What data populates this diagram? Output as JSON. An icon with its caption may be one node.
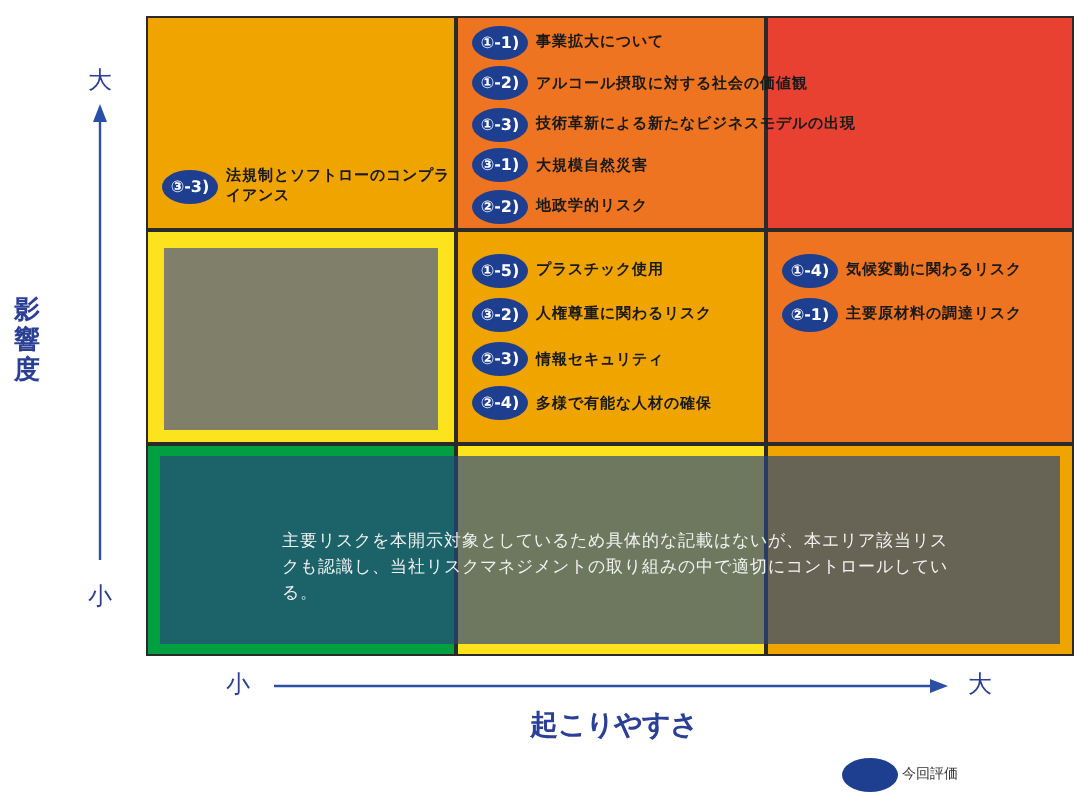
{
  "diagram": {
    "nodes": [
      {
        "text": [],
        "shape": "box"
      },
      {
        "text": [
          "③-3)",
          "法規制とソフトローのコンプライアンス"
        ],
        "in": 0
      },
      {
        "text": [],
        "shape": "box"
      },
      {
        "text": [
          "①-1)",
          "事業拡大について"
        ],
        "in": 2
      },
      {
        "text": [
          "①-2)",
          "アルコール摂取に対する社会の価値観"
        ],
        "in": 2
      },
      {
        "text": [
          "①-3)",
          "技術革新による新たなビジネスモデルの出現"
        ],
        "in": 2
      },
      {
        "text": [
          "③-1)",
          "大規模自然災害"
        ],
        "in": 2
      },
      {
        "text": [
          "②-2)",
          "地政学的リスク"
        ],
        "in": 2
      },
      {
        "text": [],
        "shape": "box"
      },
      {
        "text": [],
        "shape": "box"
      },
      {
        "text": [],
        "shape": "box"
      },
      {
        "text": [
          "①-5)",
          "プラスチック使用"
        ],
        "in": 10
      },
      {
        "text": [
          "③-2)",
          "人権尊重に関わるリスク"
        ],
        "in": 10
      },
      {
        "text": [
          "②-3)",
          "情報セキュリティ"
        ],
        "in": 10
      },
      {
        "text": [
          "②-4)",
          "多様で有能な人材の確保"
        ],
        "in": 10
      },
      {
        "text": [],
        "shape": "box"
      },
      {
        "text": [
          "①-4)",
          "気候変動に関わるリスク"
        ],
        "in": 15
      },
      {
        "text": [
          "②-1)",
          "主要原材料の調達リスク"
        ],
        "in": 15
      },
      {
        "text": [
          "主要リスクを本開示対象としているため具体的な記載はないが、本エリア該当リスクも認識し、当社リスクマネジメントの取り組みの中で適切にコントロールしている。"
        ]
      }
    ],
    "edges": [],
    "labels": [
      "大",
      "影響度",
      "小",
      "小",
      "大",
      "起こりやすさ"
    ],
    "legend": [
      {
        "text": "今回評価",
        "color": "#1e3f8f"
      }
    ]
  }
}
